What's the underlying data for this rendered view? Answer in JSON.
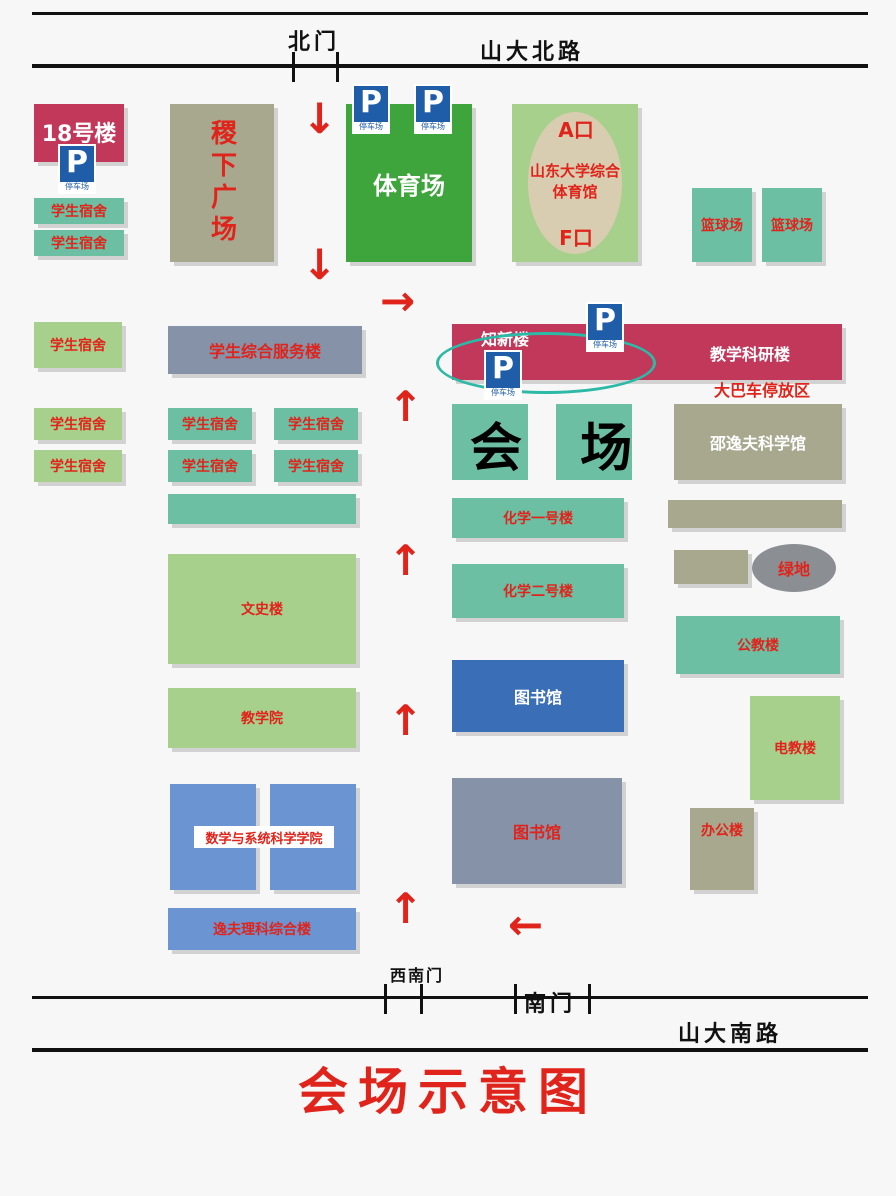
{
  "roads": {
    "north_gate": "北门",
    "north_road": "山大北路",
    "southwest_gate": "西南门",
    "south_gate": "南门",
    "south_road": "山大南路"
  },
  "parking": {
    "label": "P",
    "sub": "停车场"
  },
  "buildings": {
    "b18": "18号楼",
    "dorm": "学生宿舍",
    "jixia": "稷下广场",
    "stadium": "体育场",
    "gym": "山东大学综合体育馆",
    "gym_a": "A口",
    "gym_f": "F口",
    "basketball": "篮球场",
    "service": "学生综合服务楼",
    "zhixin": "知新楼",
    "research": "教学科研楼",
    "bus_area": "大巴车停放区",
    "shaw": "邵逸夫科学馆",
    "chem1": "化学一号楼",
    "chem2": "化学二号楼",
    "green_area": "绿地",
    "wenshi": "文史楼",
    "public_teach": "公教楼",
    "library1": "图书馆",
    "library2": "图书馆",
    "jiaoxue": "教学院",
    "dianjiao": "电教楼",
    "math": "数学与系统科学学院",
    "office": "办公楼",
    "yifu": "逸夫理科综合楼"
  },
  "venue_label": "会 场",
  "map_title": "会场示意图",
  "colors": {
    "accent": "#e0241b",
    "highlight": "#2cb9a6"
  }
}
